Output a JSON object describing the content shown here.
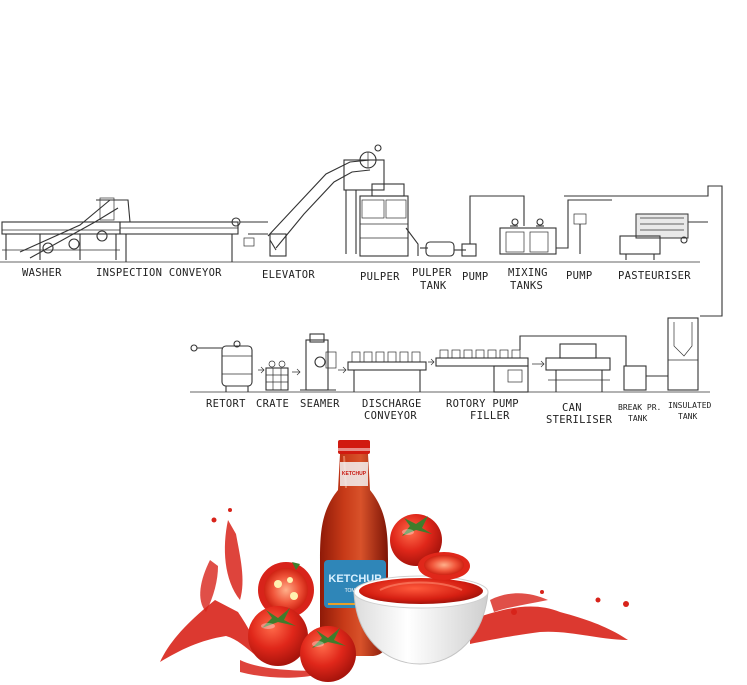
{
  "diagram": {
    "row1": [
      {
        "id": "washer",
        "text": "WASHER"
      },
      {
        "id": "inspection-conveyor",
        "text": "INSPECTION  CONVEYOR"
      },
      {
        "id": "elevator",
        "text": "ELEVATOR"
      },
      {
        "id": "pulper",
        "text": "PULPER"
      },
      {
        "id": "pulper-tank",
        "line1": "PULPER",
        "line2": "TANK"
      },
      {
        "id": "pump-1",
        "text": "PUMP"
      },
      {
        "id": "mixing-tanks",
        "line1": "MIXING",
        "line2": "TANKS"
      },
      {
        "id": "pump-2",
        "text": "PUMP"
      },
      {
        "id": "pasteuriser",
        "text": "PASTEURISER"
      }
    ],
    "row2": [
      {
        "id": "retort",
        "text": "RETORT"
      },
      {
        "id": "crate",
        "text": "CRATE"
      },
      {
        "id": "seamer",
        "text": "SEAMER"
      },
      {
        "id": "discharge-conveyor",
        "line1": "DISCHARGE",
        "line2": "CONVEYOR"
      },
      {
        "id": "rotory-pump-filler",
        "line1": "ROTORY  PUMP",
        "line2": "FILLER"
      },
      {
        "id": "can-steriliser",
        "line1": "CAN",
        "line2": "STERILISER"
      },
      {
        "id": "break-pr-tank",
        "line1": "BREAK PR.",
        "line2": "TANK"
      },
      {
        "id": "insulated-tank",
        "line1": "INSULATED",
        "line2": "TANK"
      }
    ]
  },
  "product": {
    "bottle_label": "KETCHUP",
    "bottle_sublabel": "TOMATO"
  },
  "colors": {
    "line": "#333333",
    "tomato_red": "#d8231a",
    "ketchup_red": "#c8170f",
    "bottle_glass": "#b42a12",
    "cap": "#d11a10",
    "label_blue": "#2f86b8",
    "bowl": "#ffffff",
    "leaf_green": "#3e7d2c"
  }
}
